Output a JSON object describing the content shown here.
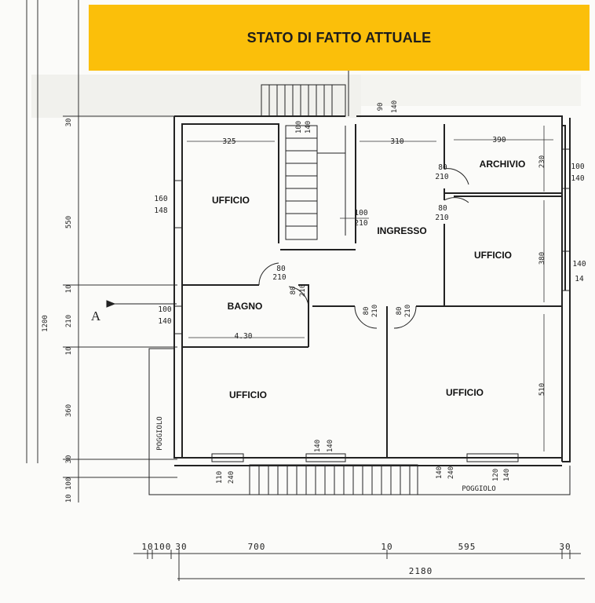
{
  "title": "STATO DI FATTO ATTUALE",
  "rooms": {
    "ufficio_nw": "UFFICIO",
    "ingresso": "INGRESSO",
    "archivio": "ARCHIVIO",
    "ufficio_e": "UFFICIO",
    "bagno": "BAGNO",
    "ufficio_sw": "UFFICIO",
    "ufficio_se": "UFFICIO"
  },
  "balconies": {
    "west": "POGGIOLO",
    "south": "POGGIOLO"
  },
  "section_marker": "A",
  "dims": {
    "nw_width": "325",
    "entry_width": "310",
    "archivio_width": "390",
    "bagno_width": "4.30",
    "stair_100": "100",
    "stair_140": "140",
    "top_90": "90",
    "top_140": "140",
    "win_w_160": "160",
    "win_w_148": "148",
    "win_bagno_100": "100",
    "win_bagno_140": "140",
    "door_ingresso_100": "100",
    "door_ingresso_210": "210",
    "door_ufficio_80": "80",
    "door_ufficio_210": "210",
    "door_bagno_80": "80",
    "door_bagno_210": "210",
    "door_c1_80": "80",
    "door_c1_210": "210",
    "door_c2_80": "80",
    "door_c2_210": "210",
    "door_arch_80": "80",
    "door_arch_210": "210",
    "door_uff_e_80": "80",
    "door_uff_e_210": "210",
    "arch_230": "230",
    "uff_e_380": "380",
    "uff_se_510": "510",
    "win_e1_100": "100",
    "win_e1_140": "140",
    "win_e2_140": "140",
    "win_e2_14": "14",
    "s_140a": "140",
    "s_140b": "140",
    "s_110": "110",
    "s_240": "240",
    "s_140c": "140",
    "s_240b": "240",
    "s_120": "120",
    "s_140d": "140",
    "left_30": "30",
    "left_550": "550",
    "left_10a": "10",
    "left_210": "210",
    "left_10b": "10",
    "left_360": "360",
    "left_30b": "30",
    "left_10100": "10 100",
    "left_1200": "1200",
    "bot_10": "10",
    "bot_100": "100",
    "bot_30": "30",
    "bot_700": "700",
    "bot_10b": "10",
    "bot_595": "595",
    "bot_30b": "30",
    "bot_total": "2180"
  },
  "colors": {
    "banner": "#fbbf0a",
    "ink": "#1c1c1c"
  }
}
